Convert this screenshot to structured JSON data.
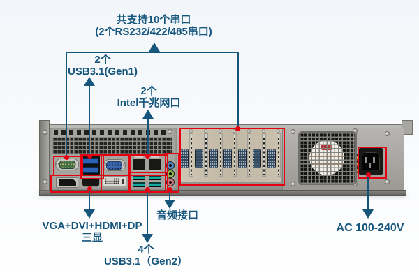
{
  "colors": {
    "annotation": "#16567d",
    "highlight": "#e60012"
  },
  "annotations": {
    "serial_total": {
      "line1": "共支持10个串口",
      "line2": "(2个RS232/422/485串口)"
    },
    "usb_gen1": {
      "line1": "2个",
      "line2": "USB3.1(Gen1)"
    },
    "lan": {
      "line1": "2个",
      "line2": "Intel千兆网口"
    },
    "display": {
      "line1": "VGA+DVI+HDMI+DP",
      "line2": "三显"
    },
    "audio": {
      "label": "音频接口"
    },
    "usb_gen2": {
      "line1": "4个",
      "line2": "USB3.1（Gen2）"
    },
    "power": {
      "label": "AC 100-240V"
    }
  },
  "device": {
    "description": "2U rackmount industrial computer rear panel photo",
    "expansion": {
      "slot_count": 7
    },
    "ports": [
      "serial-db9",
      "usb3-gen1-x2",
      "vga",
      "dvi",
      "displayport",
      "hdmi",
      "lan-rj45-x2",
      "usb3-gen2-x4",
      "audio-line-in",
      "audio-line-out",
      "audio-mic",
      "expansion-serial-db9-x7",
      "psu-fan",
      "ac-inlet"
    ]
  }
}
